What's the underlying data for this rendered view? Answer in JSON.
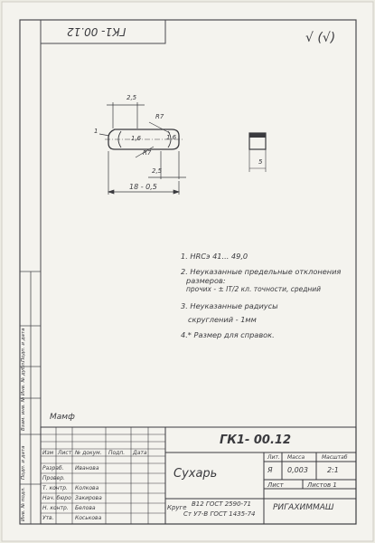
{
  "sheet": {
    "code_stamp": "ГК1- 00.12",
    "roughness": "√ (√)"
  },
  "drawing": {
    "dims": {
      "top_width": "2,5",
      "radius_top": "R7",
      "chamfer_left": "1",
      "radius_left": "1,6",
      "radius_right": "1,6",
      "radius_bottom": "R7",
      "inner": "2,5",
      "length": "18 - 0,5",
      "side_height": "5"
    }
  },
  "notes": [
    "1. HRCэ 41... 49,0",
    "2. Неуказанные предельные отклонения",
    "размеров:",
    "прочих - ± IT/2 кл. точности, средний",
    "3. Неуказанные радиусы",
    "скруглений     - 1мм",
    "4.* Размер для справок."
  ],
  "side_strip": {
    "labels": [
      "Инв. № подл.",
      "Подп. и дата",
      "Взам. инв. №",
      "Инв. № дубл.",
      "Подп. и дата"
    ],
    "signature": "Мамф"
  },
  "title_block": {
    "designation": "ГК1- 00.12",
    "name": "Сухарь",
    "material_line1": "В12 ГОСТ 2590-71",
    "material_line2": "Ст У7-В ГОСТ 1435-74",
    "cols_header": [
      "Изм",
      "Лист",
      "№ докум.",
      "Подп.",
      "Дата"
    ],
    "roles": [
      "Разраб.",
      "Провер.",
      "Т. контр.",
      "Нач. бюро",
      "Н. контр.",
      "Утв."
    ],
    "names": [
      "Иванова",
      "",
      "Колкова",
      "Закирова",
      "Белова",
      "Коськова"
    ],
    "lit_header": "Лит.",
    "mass_header": "Масса",
    "scale_header": "Масштаб",
    "lit_value": "Я",
    "mass_value": "0,003",
    "scale_value": "2:1",
    "sheet_label": "Лист",
    "sheets_label": "Листов 1",
    "org": "РИГАХИММАШ",
    "copy_label": "Круге"
  }
}
